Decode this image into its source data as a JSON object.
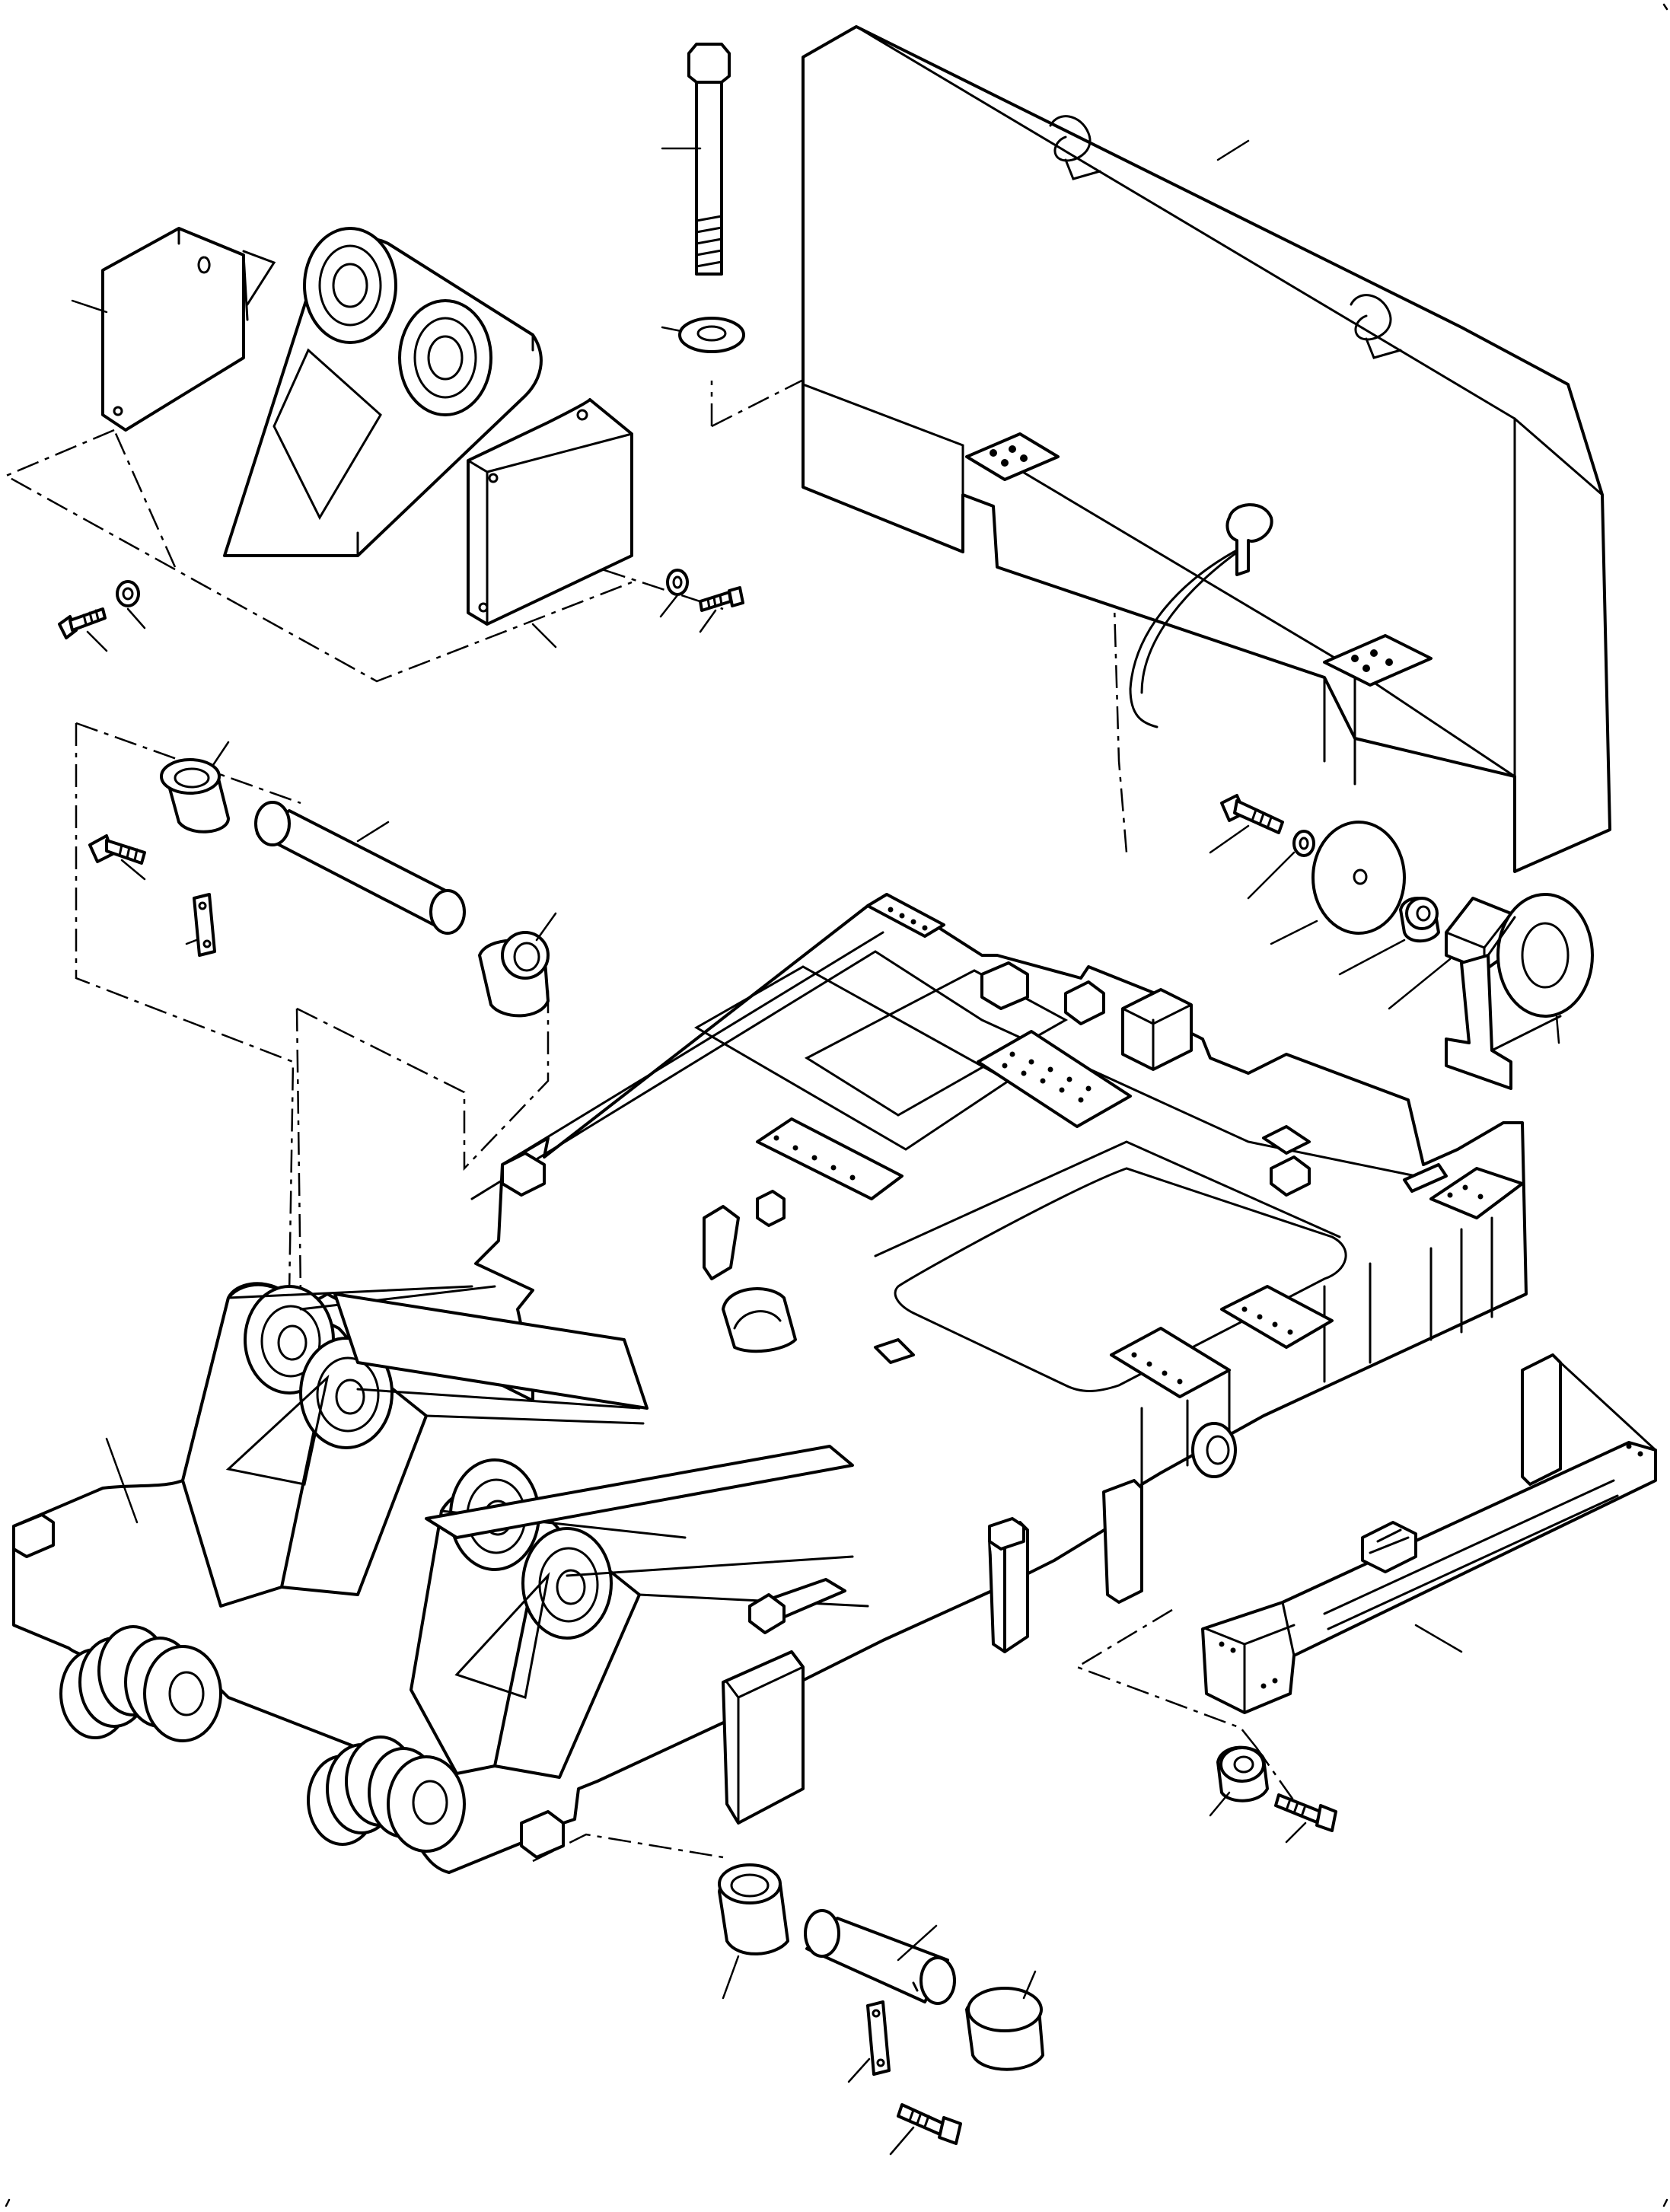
{
  "drawing": {
    "kind": "exploded parts illustration",
    "line_color": "#000000",
    "background_color": "#ffffff",
    "callouts": [
      {
        "id": "long-bolt"
      },
      {
        "id": "large-washer"
      },
      {
        "id": "counterweight"
      },
      {
        "id": "left-mount-plate"
      },
      {
        "id": "bearing-bracket"
      },
      {
        "id": "right-mount-plate"
      },
      {
        "id": "small-bolt-left"
      },
      {
        "id": "small-washer-left"
      },
      {
        "id": "small-washer-right"
      },
      {
        "id": "small-bolt-right"
      },
      {
        "id": "upper-bushing-left"
      },
      {
        "id": "upper-pin"
      },
      {
        "id": "upper-pin-bolt"
      },
      {
        "id": "upper-lock-plate"
      },
      {
        "id": "upper-bushing-right"
      },
      {
        "id": "lifting-eye-bolt"
      },
      {
        "id": "lifting-eye-washer"
      },
      {
        "id": "lifting-eye-disc"
      },
      {
        "id": "lifting-eye-spacer"
      },
      {
        "id": "lifting-eye-bracket"
      },
      {
        "id": "lifting-eye-body"
      },
      {
        "id": "main-frame"
      },
      {
        "id": "side-step"
      },
      {
        "id": "step-spacer"
      },
      {
        "id": "step-bolt"
      },
      {
        "id": "lower-bushing-left"
      },
      {
        "id": "lower-pin"
      },
      {
        "id": "lower-bushing-right"
      },
      {
        "id": "lower-lock-plate"
      },
      {
        "id": "lower-pin-bolt"
      }
    ]
  }
}
